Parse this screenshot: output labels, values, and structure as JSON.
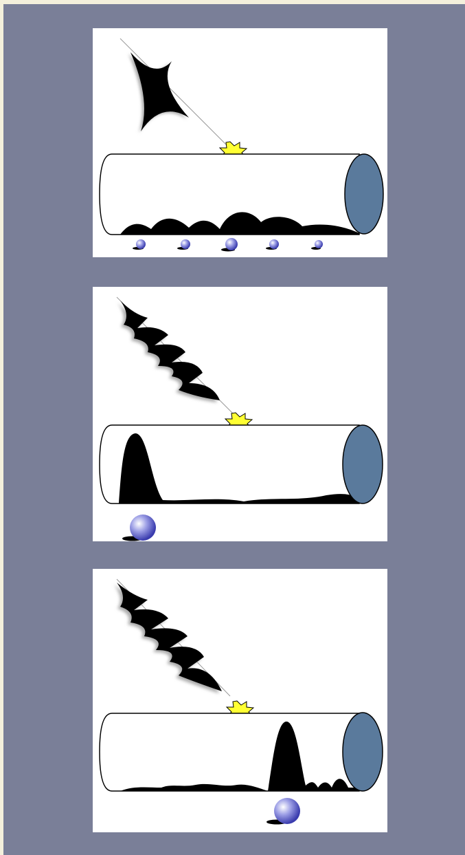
{
  "colors": {
    "background": "#7a7f98",
    "panel": "#ffffff",
    "wave": "#000000",
    "flash": "#ffff33",
    "tube_end": "#5a7a9c",
    "particle": "#4f52b8"
  },
  "panels": [
    {
      "name": "panel-1",
      "wave_packet": "localized-star",
      "distribution": "spread",
      "particle_count": 5
    },
    {
      "name": "panel-2",
      "wave_packet": "wave-train",
      "distribution": "peak-left",
      "particle_count": 1
    },
    {
      "name": "panel-3",
      "wave_packet": "wave-train",
      "distribution": "peak-right",
      "particle_count": 1
    }
  ],
  "icons": [
    "light-pulse-icon",
    "flash-icon",
    "tube",
    "tube-end",
    "particle-icon"
  ]
}
